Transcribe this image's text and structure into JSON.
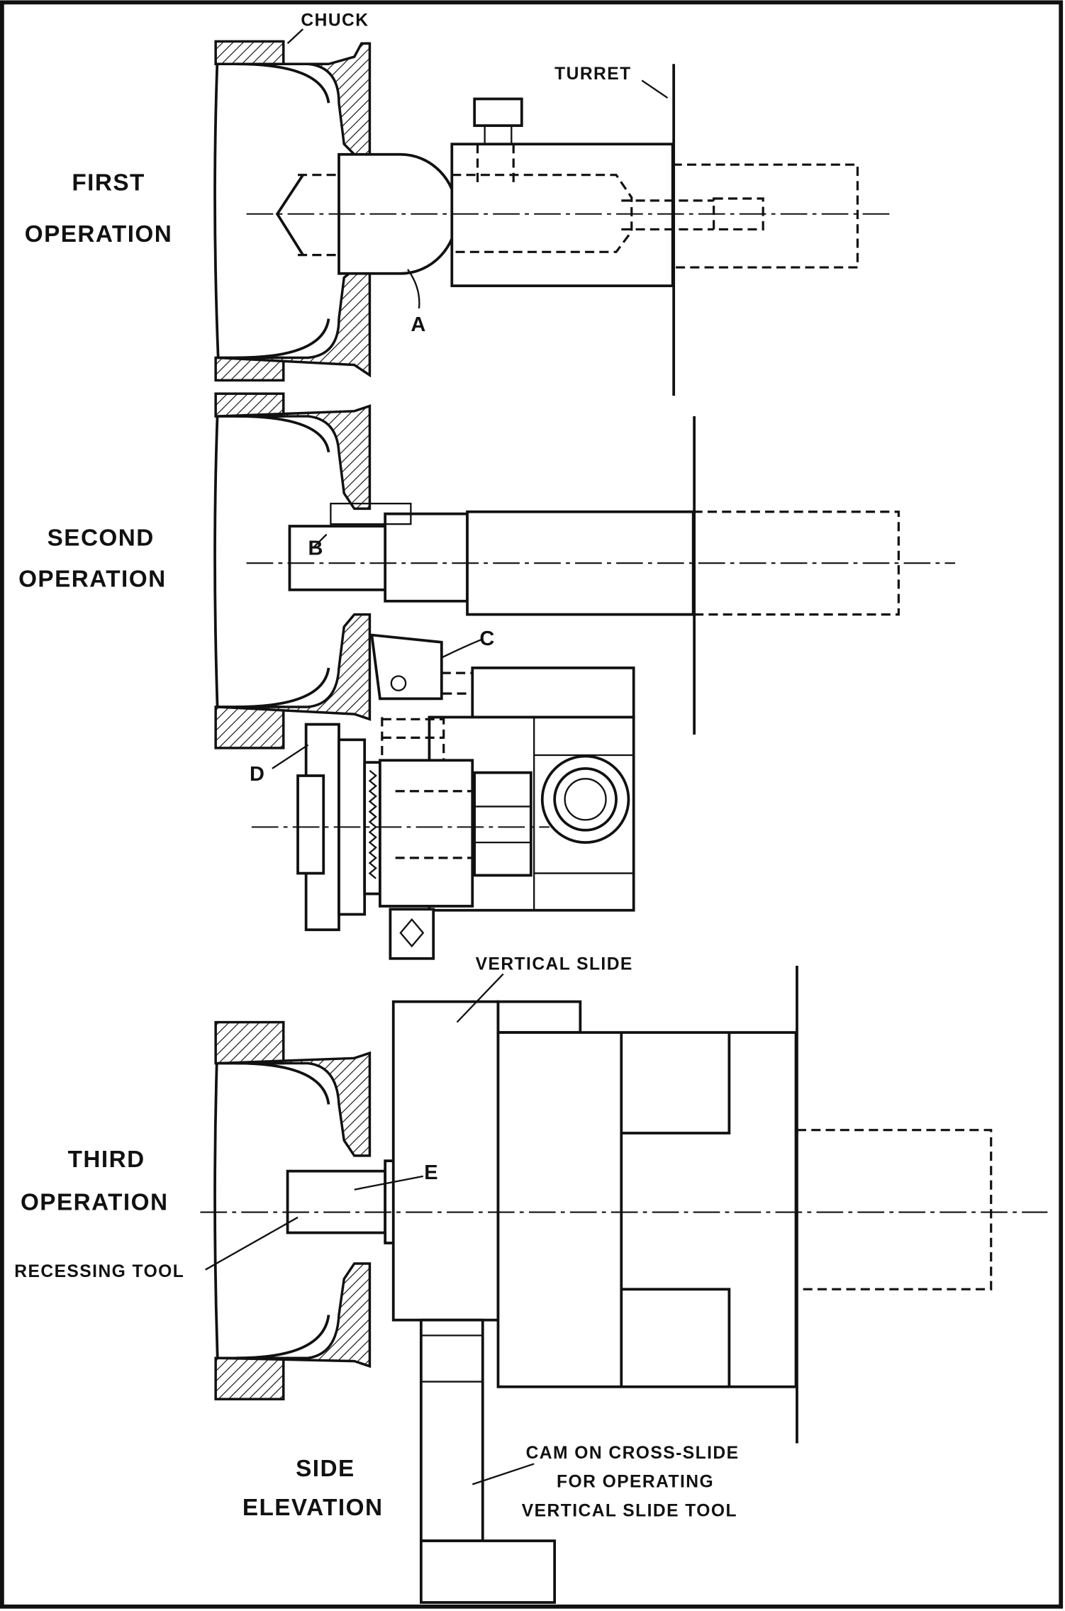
{
  "figure": {
    "labels": {
      "chuck": "CHUCK",
      "turret": "TURRET",
      "first_operation_line1": "FIRST",
      "first_operation_line2": "OPERATION",
      "tool_a": "A",
      "second_operation_line1": "SECOND",
      "second_operation_line2": "OPERATION",
      "tool_b": "B",
      "tool_c": "C",
      "tool_d": "D",
      "vertical_slide": "VERTICAL SLIDE",
      "third_operation_line1": "THIRD",
      "third_operation_line2": "OPERATION",
      "tool_e": "E",
      "recessing_tool": "RECESSING TOOL",
      "side_elevation_line1": "SIDE",
      "side_elevation_line2": "ELEVATION",
      "cam_line1": "CAM ON CROSS-SLIDE",
      "cam_line2": "FOR OPERATING",
      "cam_line3": "VERTICAL SLIDE TOOL"
    }
  }
}
